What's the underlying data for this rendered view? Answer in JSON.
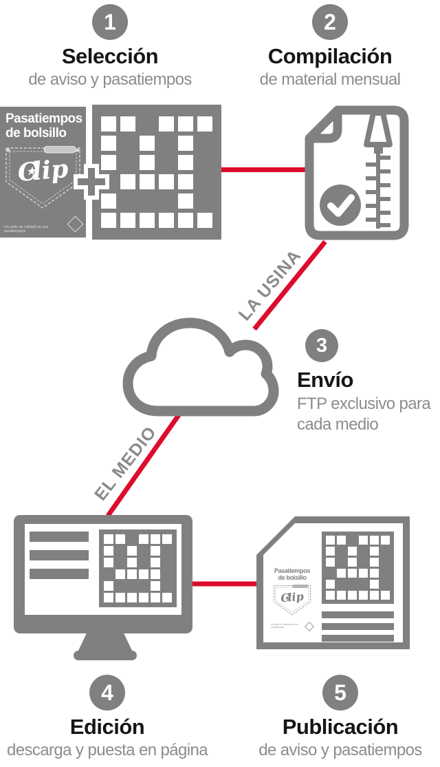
{
  "colors": {
    "gray": "#808080",
    "subtitle_gray": "#8c8c8c",
    "connector_label_gray": "#8a8a8a",
    "red": "#DC0C2C",
    "title_dark": "#161616",
    "white": "#ffffff"
  },
  "steps": [
    {
      "number": "1",
      "title": "Selección",
      "subtitle": "de aviso y pasatiempos"
    },
    {
      "number": "2",
      "title": "Compilación",
      "subtitle": "de material mensual"
    },
    {
      "number": "3",
      "title": "Envío",
      "subtitle_line1": "FTP exclusivo para",
      "subtitle_line2": "cada medio"
    },
    {
      "number": "4",
      "title": "Edición",
      "subtitle": "descarga y puesta en página"
    },
    {
      "number": "5",
      "title": "Publicación",
      "subtitle": "de aviso y pasatiempos"
    }
  ],
  "connectors": {
    "upload_label": "LA USINA",
    "download_label": "EL MEDIO"
  },
  "booklet": {
    "title_line1": "Pasatiempos",
    "title_line2": "de bolsillo",
    "brand_c": "C",
    "star": "★",
    "brand_rest": "lip",
    "tagline": "Un sello de calidad en sus pasatiempos"
  },
  "crossword": {
    "rows": [
      "110111",
      "101010",
      "101010",
      "011110",
      "100010",
      "111111"
    ]
  }
}
